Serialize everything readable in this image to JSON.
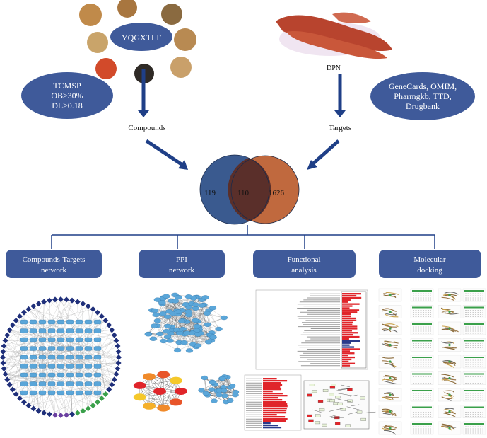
{
  "herb": {
    "name": "YQGXTLF"
  },
  "disease": {
    "name": "DPN"
  },
  "compound_db": {
    "lines": [
      "TCMSP",
      "OB≥30%",
      "DL≥0.18"
    ]
  },
  "target_db": {
    "lines": [
      "GeneCards, OMIM,",
      "Pharmgkb, TTD,",
      "Drugbank"
    ]
  },
  "labels": {
    "compounds": "Compounds",
    "targets": "Targets"
  },
  "venn": {
    "left": "119",
    "overlap": "110",
    "right": "1626"
  },
  "analyses": [
    {
      "lines": [
        "Compounds-Targets",
        "network"
      ]
    },
    {
      "lines": [
        "PPI",
        "network"
      ]
    },
    {
      "lines": [
        "Functional",
        "analysis"
      ]
    },
    {
      "lines": [
        "Molecular",
        "docking"
      ]
    }
  ],
  "colors": {
    "oval_blue": "#3f5a9a",
    "arrow_blue": "#1f3f87",
    "venn_left": "#3a5a8f",
    "venn_right": "#c0693e",
    "venn_overlap": "#5a2f2a",
    "network_node": "#5aa6d9",
    "bar_red": "#e0252a"
  }
}
